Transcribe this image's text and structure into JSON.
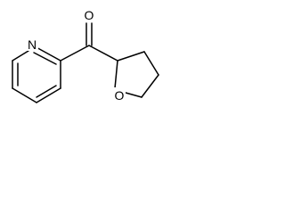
{
  "atoms": {
    "ring_nitrogen": "N",
    "carbonyl_oxygen": "O",
    "ring_oxygen": "O"
  },
  "colors": {
    "bond": "#000000",
    "background": "#ffffff"
  }
}
